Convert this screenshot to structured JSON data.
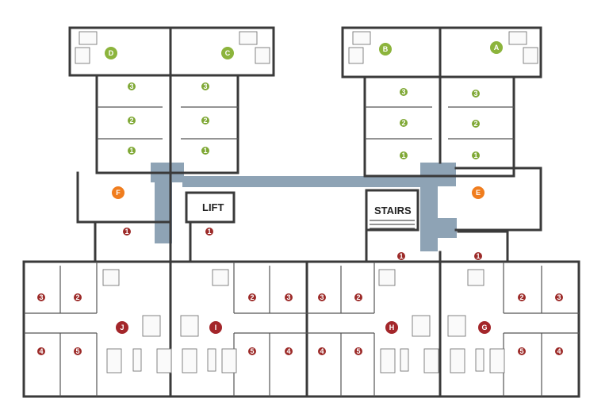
{
  "labels": {
    "lift": "LIFT",
    "stairs": "STAIRS"
  },
  "colors": {
    "flat_green": "#8cb43c",
    "flat_orange": "#f07d1e",
    "flat_red": "#a3262a",
    "room_red": "#9c2a28",
    "room_green": "#7fa835",
    "corridor": "#8ea3b5",
    "wall": "#3a3a3a"
  },
  "flats": {
    "a": "A",
    "b": "B",
    "c": "C",
    "d": "D",
    "e": "E",
    "f": "F",
    "g": "G",
    "h": "H",
    "i": "I",
    "j": "J"
  },
  "rooms": {
    "n1": "1",
    "n2": "2",
    "n3": "3",
    "n4": "4",
    "n5": "5"
  }
}
